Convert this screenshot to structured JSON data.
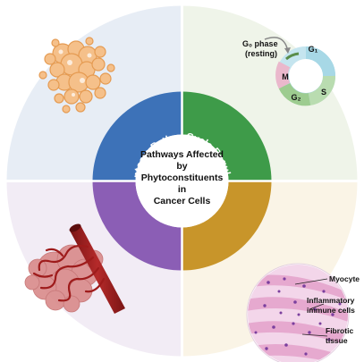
{
  "center": {
    "lines": [
      "Pathways Affected",
      "by",
      "Phytoconstituents",
      "in",
      "Cancer Cells"
    ]
  },
  "quadrants": [
    {
      "id": "apoptosis",
      "label": "Apoptosis Pathways",
      "color": "#3d72b8",
      "bg": "#e6edf6"
    },
    {
      "id": "cell-cycle",
      "label": "Cell Cycle Regulation",
      "color": "#3e9b49",
      "bg": "#eef4e8"
    },
    {
      "id": "angiogenesis",
      "label": "Angiogenesis Pathways",
      "color": "#8b5eb5",
      "bg": "#f1ebf5"
    },
    {
      "id": "inflammatory",
      "label": "Inflammatory Pathways",
      "color": "#c8952a",
      "bg": "#faf3e4"
    }
  ],
  "cell_cycle_icon": {
    "g0_label": "G₀ phase",
    "g0_sub": "(resting)",
    "phases": [
      "G₁",
      "S",
      "G₂",
      "M"
    ]
  },
  "tissue_labels": {
    "myocyte": "Myocyte",
    "inflammatory_1": "Inflammatory",
    "inflammatory_2": "immune cells",
    "fibrotic_1": "Fibrotic",
    "fibrotic_2": "tissue"
  }
}
